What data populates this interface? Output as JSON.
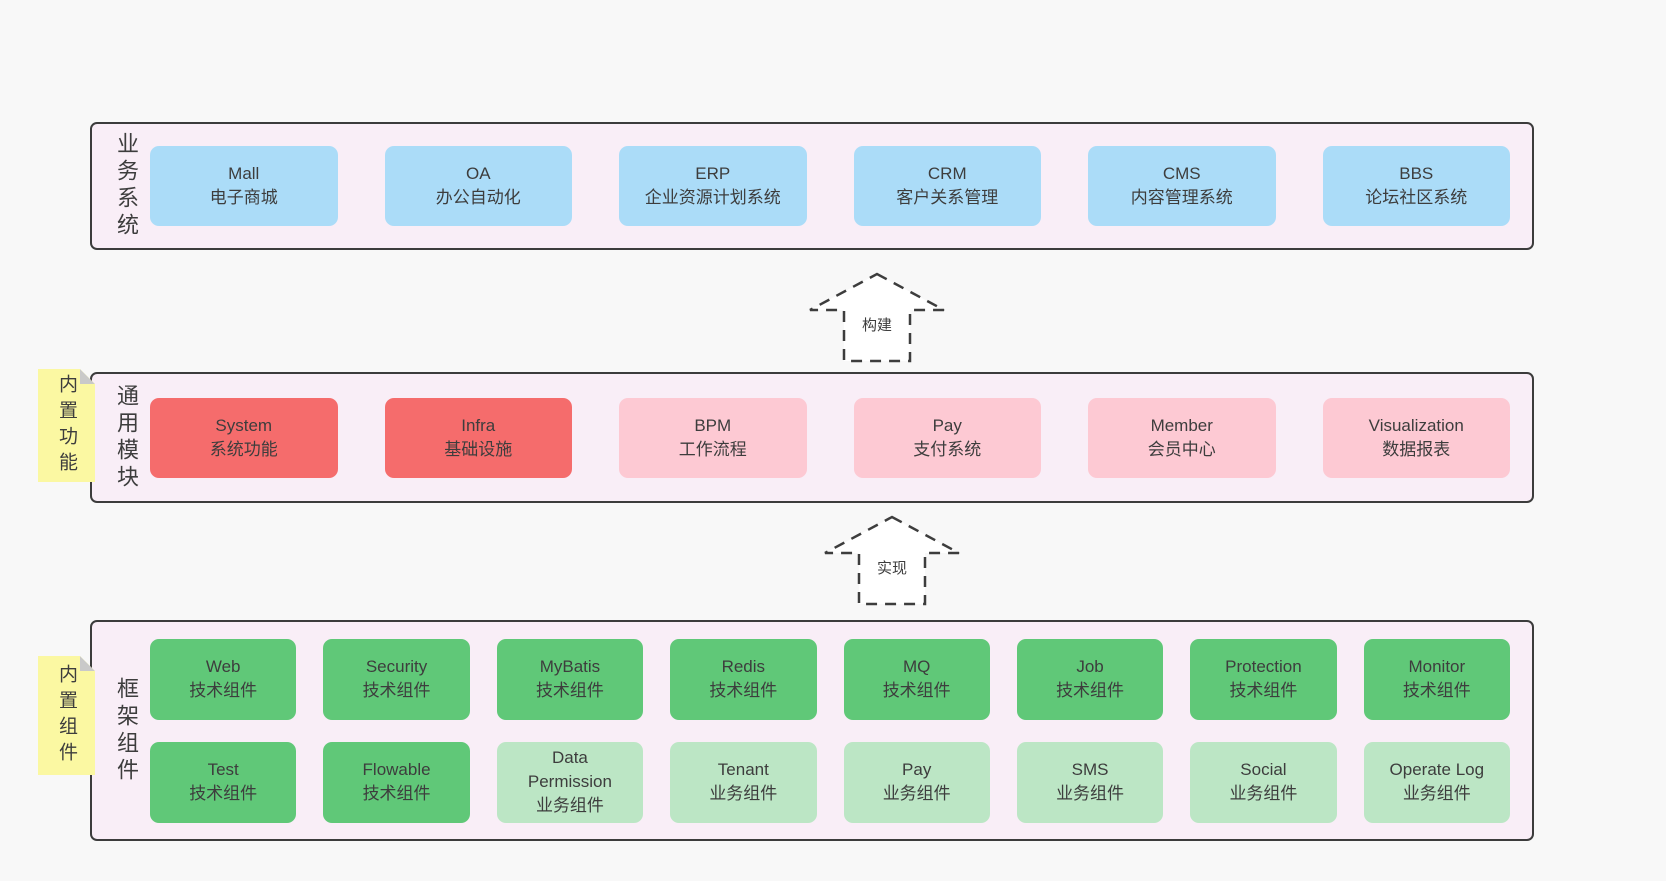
{
  "diagram": {
    "business": {
      "label": "业务系统",
      "boxes": [
        {
          "en": "Mall",
          "zh": "电子商城"
        },
        {
          "en": "OA",
          "zh": "办公自动化"
        },
        {
          "en": "ERP",
          "zh": "企业资源计划系统"
        },
        {
          "en": "CRM",
          "zh": "客户关系管理"
        },
        {
          "en": "CMS",
          "zh": "内容管理系统"
        },
        {
          "en": "BBS",
          "zh": "论坛社区系统"
        }
      ]
    },
    "arrow_build": {
      "label": "构建"
    },
    "modules": {
      "note": "内置功能",
      "label": "通用模块",
      "boxes": [
        {
          "en": "System",
          "zh": "系统功能"
        },
        {
          "en": "Infra",
          "zh": "基础设施"
        },
        {
          "en": "BPM",
          "zh": "工作流程"
        },
        {
          "en": "Pay",
          "zh": "支付系统"
        },
        {
          "en": "Member",
          "zh": "会员中心"
        },
        {
          "en": "Visualization",
          "zh": "数据报表"
        }
      ]
    },
    "arrow_implement": {
      "label": "实现"
    },
    "components": {
      "note": "内置组件",
      "label": "框架组件",
      "row1": [
        {
          "en": "Web",
          "zh": "技术组件"
        },
        {
          "en": "Security",
          "zh": "技术组件"
        },
        {
          "en": "MyBatis",
          "zh": "技术组件"
        },
        {
          "en": "Redis",
          "zh": "技术组件"
        },
        {
          "en": "MQ",
          "zh": "技术组件"
        },
        {
          "en": "Job",
          "zh": "技术组件"
        },
        {
          "en": "Protection",
          "zh": "技术组件"
        },
        {
          "en": "Monitor",
          "zh": "技术组件"
        }
      ],
      "row2": [
        {
          "en": "Test",
          "zh": "技术组件"
        },
        {
          "en": "Flowable",
          "zh": "技术组件"
        },
        {
          "en": "Data Permission",
          "zh": "业务组件"
        },
        {
          "en": "Tenant",
          "zh": "业务组件"
        },
        {
          "en": "Pay",
          "zh": "业务组件"
        },
        {
          "en": "SMS",
          "zh": "业务组件"
        },
        {
          "en": "Social",
          "zh": "业务组件"
        },
        {
          "en": "Operate Log",
          "zh": "业务组件"
        }
      ]
    },
    "colors": {
      "blue": "#abdcf8",
      "red_strong": "#f56c6c",
      "pink": "#fdc9d3",
      "green_strong": "#60c878",
      "green_light": "#bce6c5",
      "note_yellow": "#fbf8a2",
      "panel_bg": "#f9eef7",
      "border": "#3c3c3c"
    }
  }
}
